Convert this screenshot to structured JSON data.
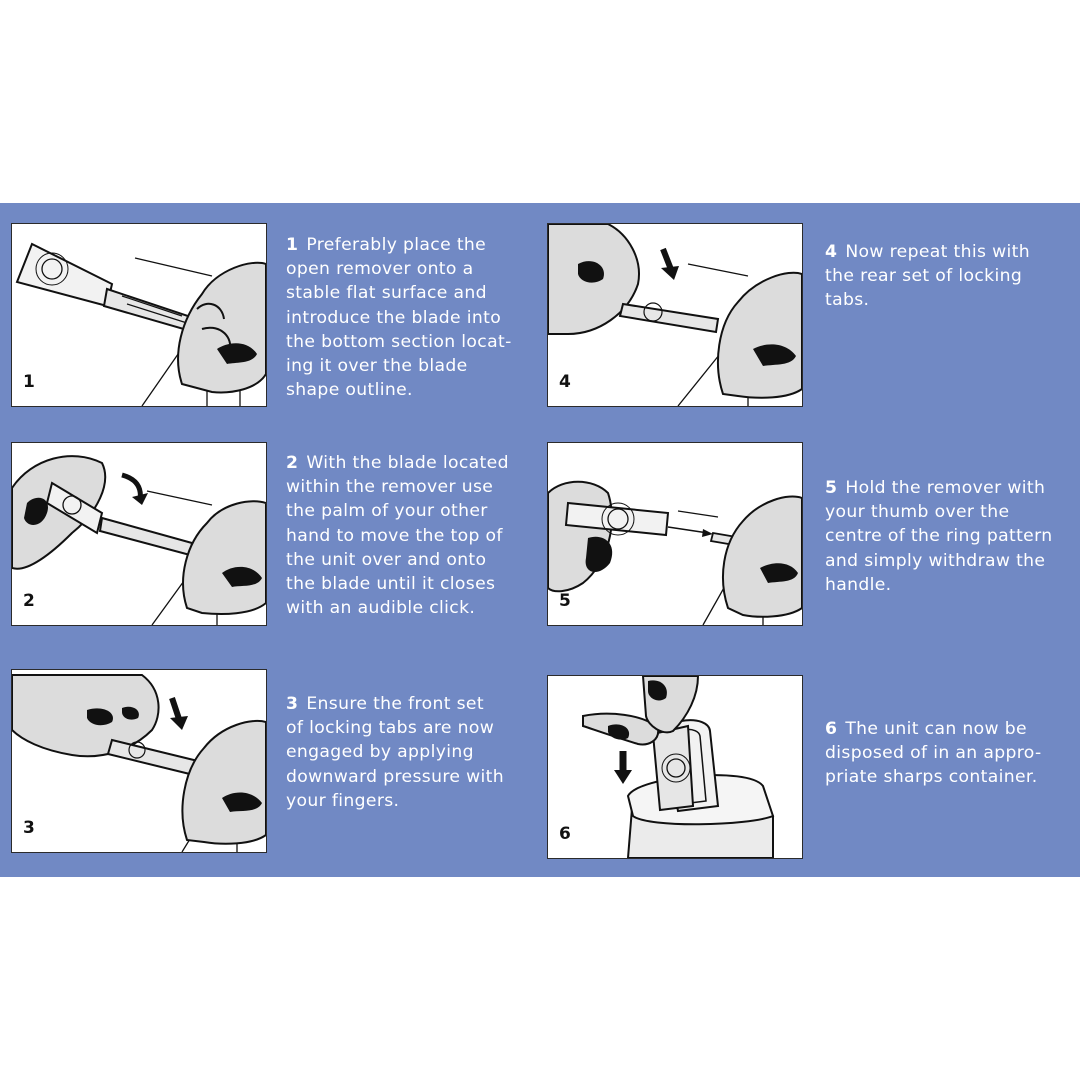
{
  "colors": {
    "panel_background": "#7189c4",
    "text": "#ffffff",
    "page_background": "#ffffff"
  },
  "steps": [
    {
      "number": "1",
      "image_label": "1",
      "icon": "open-remover-blade-illustration",
      "lines": [
        "Preferably place the",
        "open remover onto a",
        "stable flat surface and",
        "introduce the blade into",
        "the bottom section locat-",
        "ing it over the blade",
        "shape outline."
      ]
    },
    {
      "number": "2",
      "image_label": "2",
      "icon": "closing-remover-illustration",
      "lines": [
        "With the blade located",
        "within the remover use",
        "the palm of your other",
        "hand to move the top of",
        "the unit over and onto",
        "the blade until it closes",
        "with an audible click."
      ]
    },
    {
      "number": "3",
      "image_label": "3",
      "icon": "front-locking-tabs-illustration",
      "lines": [
        "Ensure the front set",
        "of locking tabs are now",
        "engaged by applying",
        "downward pressure with",
        "your fingers."
      ]
    },
    {
      "number": "4",
      "image_label": "4",
      "icon": "rear-locking-tabs-illustration",
      "lines": [
        "Now repeat this with",
        "the rear set of locking",
        "tabs."
      ]
    },
    {
      "number": "5",
      "image_label": "5",
      "icon": "withdraw-handle-illustration",
      "lines": [
        "Hold the remover with",
        "your thumb over the",
        "centre of the ring pattern",
        "and simply withdraw the",
        "handle."
      ]
    },
    {
      "number": "6",
      "image_label": "6",
      "icon": "sharps-container-illustration",
      "lines": [
        "The unit can now be",
        "disposed of in an appro-",
        "priate sharps container."
      ]
    }
  ]
}
